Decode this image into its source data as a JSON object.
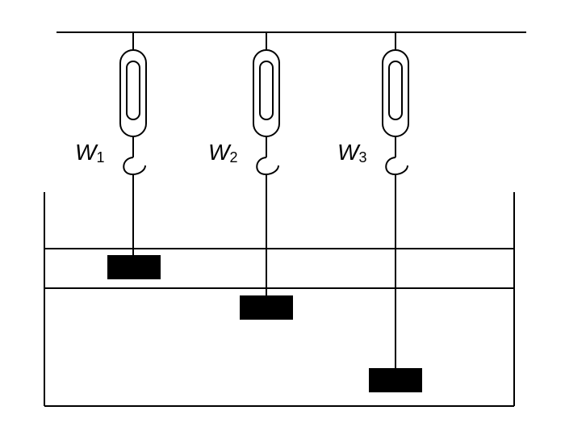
{
  "labels": {
    "w1": {
      "letter": "W",
      "subscript": "1"
    },
    "w2": {
      "letter": "W",
      "subscript": "2"
    },
    "w3": {
      "letter": "W",
      "subscript": "3"
    }
  }
}
